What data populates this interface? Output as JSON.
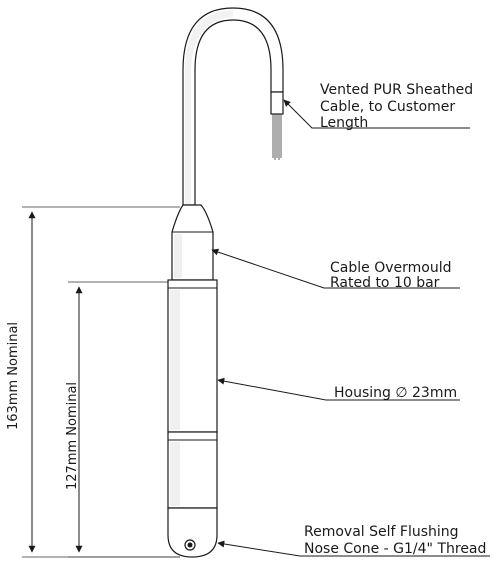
{
  "callouts": {
    "cable": {
      "line1": "Vented PUR Sheathed",
      "line2": "Cable, to Customer",
      "line3": "Length"
    },
    "overmould": {
      "line1": "Cable Overmould",
      "line2": "Rated to 10 bar"
    },
    "housing": {
      "text": "Housing ∅ 23mm"
    },
    "nose": {
      "line1": "Removal Self Flushing",
      "line2": "Nose Cone - G1/4\" Thread"
    }
  },
  "dimensions": {
    "overall": "163mm Nominal",
    "body": "127mm Nominal"
  },
  "colors": {
    "line": "#1a1a1a",
    "shading": "#e9e9e9"
  }
}
